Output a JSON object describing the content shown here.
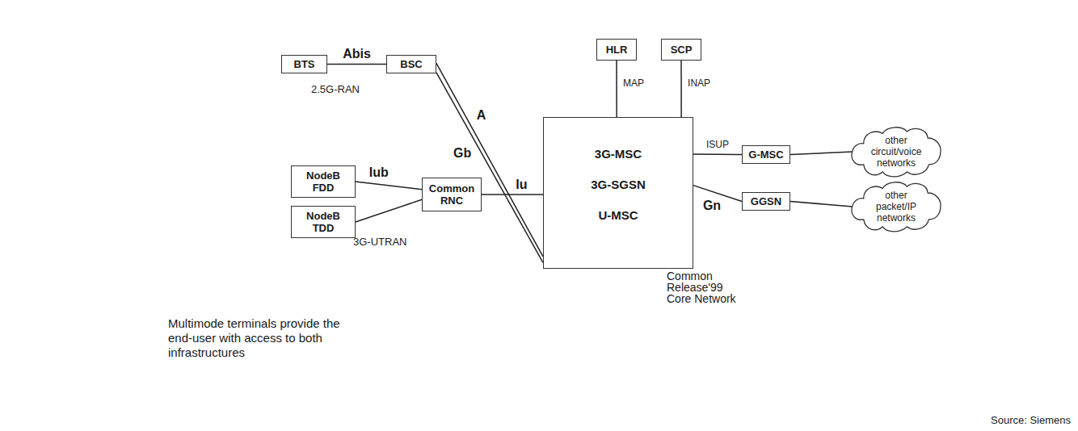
{
  "diagram": {
    "nodes": [
      {
        "text": [
          "2.5G-RAN"
        ]
      },
      {
        "text": [
          "BTS"
        ],
        "in": 0
      },
      {
        "text": [
          "BSC"
        ],
        "in": 0
      },
      {
        "text": [
          "HLR"
        ]
      },
      {
        "text": [
          "SCP"
        ]
      },
      {
        "text": [
          "3G-UTRAN"
        ]
      },
      {
        "text": [
          "NodeB FDD"
        ],
        "in": 5
      },
      {
        "text": [
          "NodeB TDD"
        ],
        "in": 5
      },
      {
        "text": [
          "Common RNC"
        ],
        "in": 5
      },
      {
        "text": [
          "Common Release'99 Core Network"
        ]
      },
      {
        "text": [
          "3G-MSC",
          "3G-SGSN",
          "U-MSC"
        ],
        "in": 9
      },
      {
        "text": [
          "G-MSC"
        ],
        "in": 9
      },
      {
        "text": [
          "GGSN"
        ],
        "in": 9
      },
      {
        "text": [
          "other circuit/voice networks"
        ]
      },
      {
        "text": [
          "other packet/IP networks"
        ]
      }
    ],
    "edges": [
      {
        "from": 1,
        "to": 2,
        "arrow": "none",
        "label": "Abis"
      },
      {
        "from": 2,
        "to": 10,
        "arrow": "none",
        "label": "A"
      },
      {
        "from": 2,
        "to": 10,
        "arrow": "none",
        "label": "Gb"
      },
      {
        "from": 3,
        "to": 10,
        "arrow": "none",
        "label": "MAP"
      },
      {
        "from": 4,
        "to": 10,
        "arrow": "none",
        "label": "INAP"
      },
      {
        "from": 6,
        "to": 8,
        "arrow": "none",
        "label": "Iub"
      },
      {
        "from": 7,
        "to": 8,
        "arrow": "none"
      },
      {
        "from": 8,
        "to": 10,
        "arrow": "none",
        "label": "Iu"
      },
      {
        "from": 10,
        "to": 11,
        "arrow": "none",
        "label": "ISUP"
      },
      {
        "from": 10,
        "to": 12,
        "arrow": "none",
        "label": "Gn"
      },
      {
        "from": 11,
        "to": 13,
        "arrow": "none"
      },
      {
        "from": 12,
        "to": 14,
        "arrow": "none"
      }
    ],
    "labels": [
      "Multimode terminals provide the end-user with access to both infrastructures",
      "Source: Siemens"
    ]
  }
}
